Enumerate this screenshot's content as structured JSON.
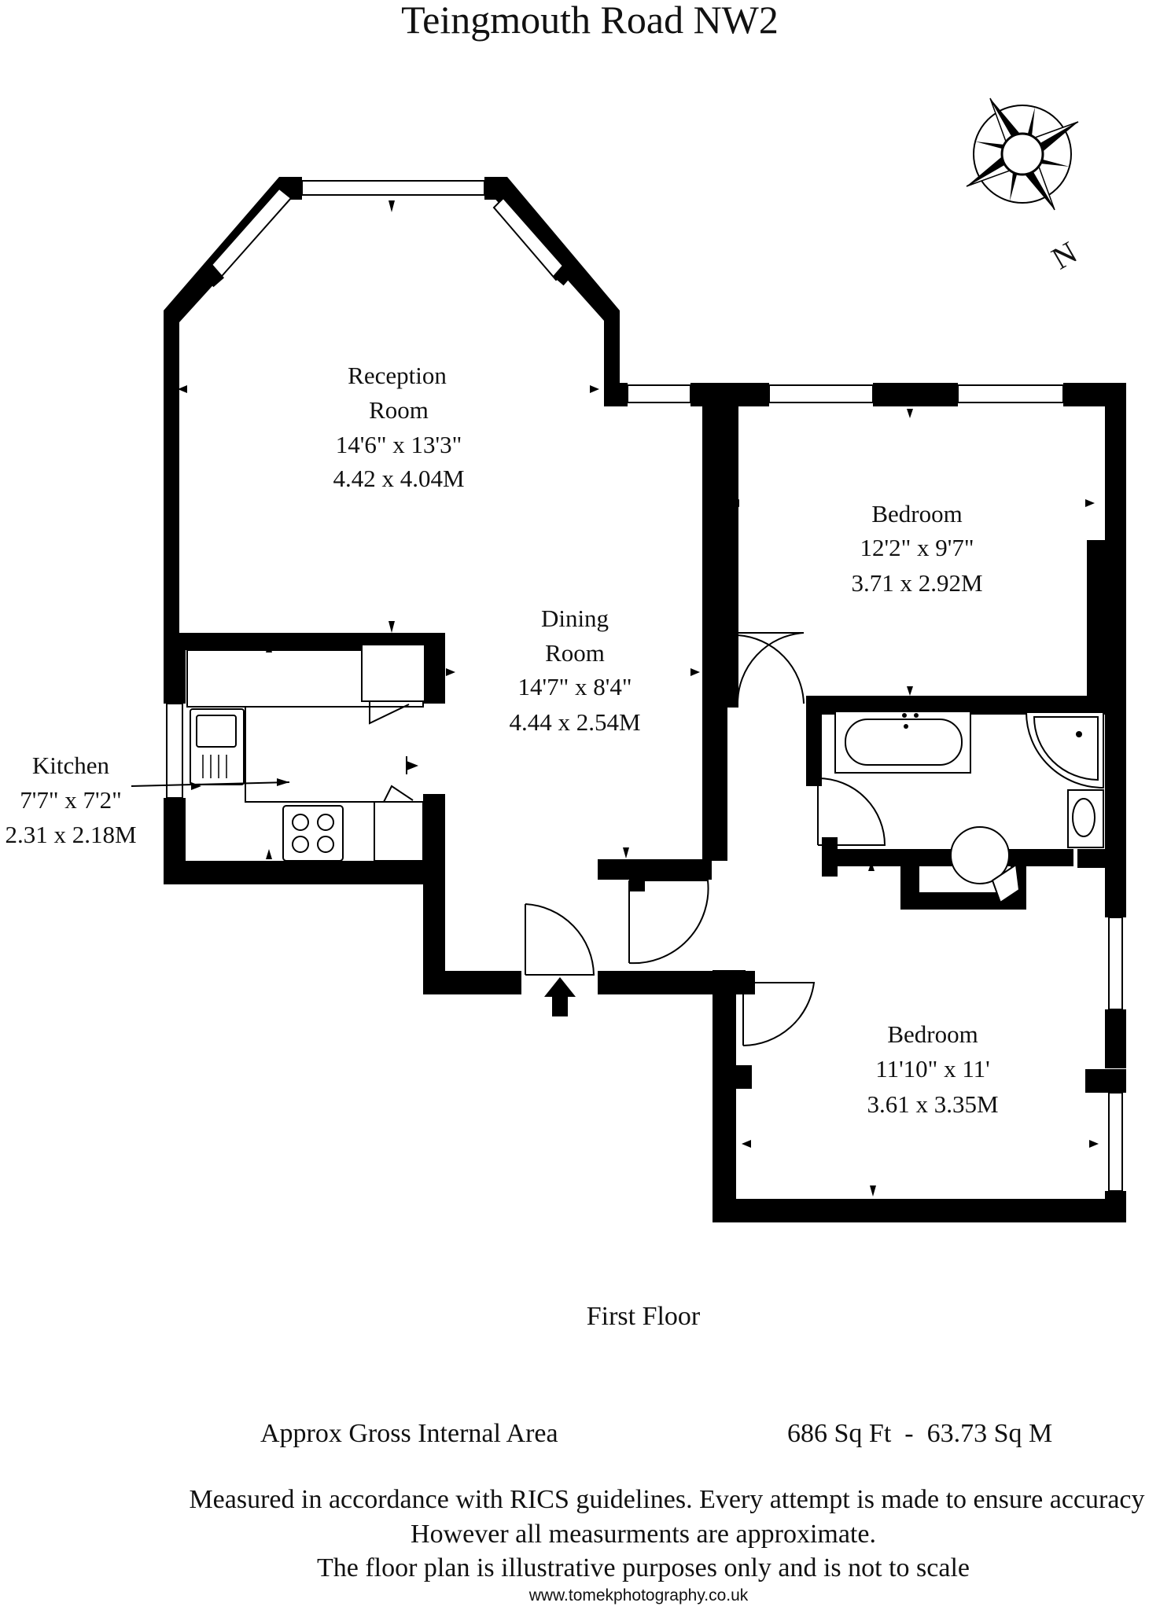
{
  "title": "Teingmouth Road NW2",
  "compass": {
    "label": "N"
  },
  "rooms": {
    "reception": {
      "name1": "Reception",
      "name2": "Room",
      "imperial": "14'6\" x 13'3\"",
      "metric": "4.42 x 4.04M"
    },
    "bedroom1": {
      "name": "Bedroom",
      "imperial": "12'2\" x 9'7\"",
      "metric": "3.71 x 2.92M"
    },
    "dining": {
      "name1": "Dining",
      "name2": "Room",
      "imperial": "14'7\" x 8'4\"",
      "metric": "4.44 x 2.54M"
    },
    "kitchen": {
      "name": "Kitchen",
      "imperial": "7'7\" x 7'2\"",
      "metric": "2.31 x 2.18M"
    },
    "bedroom2": {
      "name": "Bedroom",
      "imperial": "11'10\" x 11'",
      "metric": "3.61 x 3.35M"
    }
  },
  "floor_label": "First Floor",
  "area": {
    "label": "Approx Gross Internal Area",
    "value": "686 Sq Ft  -  63.73 Sq M"
  },
  "disclaimer": {
    "line1": "Measured in accordance with RICS guidelines. Every attempt is made to ensure accuracy",
    "line2": "However all measurments are approximate.",
    "line3": "The floor plan is illustrative purposes only and is not to scale"
  },
  "website": "www.tomekphotography.co.uk"
}
